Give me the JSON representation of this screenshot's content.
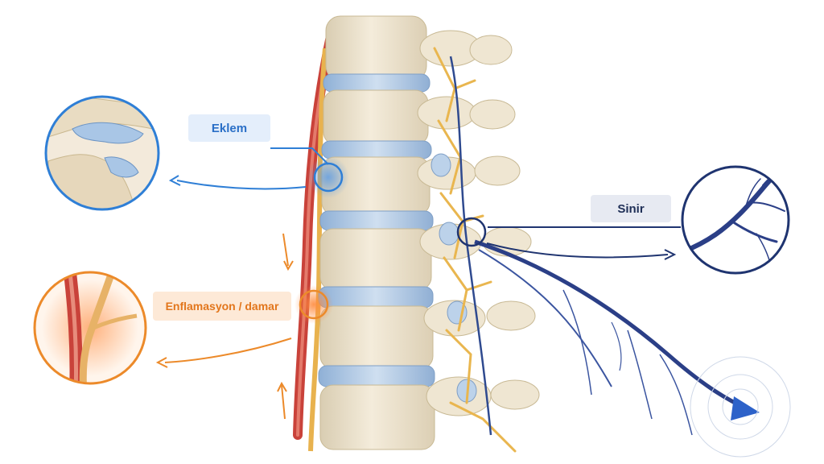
{
  "labels": {
    "eklem": "Eklem",
    "sinir": "Sinir",
    "enflamasyon": "Enflamasyon / damar"
  },
  "colors": {
    "eklem_accent": "#2f7fd6",
    "sinir_accent": "#1f3470",
    "enflamasyon_accent": "#ec8a2a",
    "bone": "#efe6d2",
    "disc": "#a9c3df",
    "nerve_yellow": "#e9b64f",
    "vessel_red": "#c9423a"
  },
  "icons": [
    "joint-detail-icon",
    "nerve-branch-icon",
    "vessel-inflammation-icon",
    "flow-arrow-icon"
  ]
}
